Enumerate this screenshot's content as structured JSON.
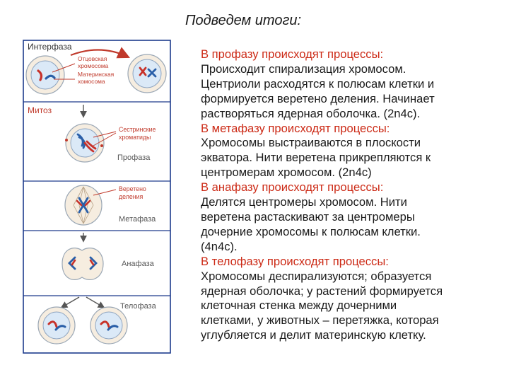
{
  "title": "Подведем итоги:",
  "diagram": {
    "interphase_label": "Интерфаза",
    "paternal_label": "Отцовская хромосома",
    "paternal_label_lines": [
      "Отцовская",
      "хромосома"
    ],
    "maternal_label": "Материнская хомосома",
    "maternal_label_lines": [
      "Материнская",
      "хомосома"
    ],
    "mitosis_label": "Митоз",
    "sister_chromatids_label": "Сестринские хроматиды",
    "sister_chromatids_lines": [
      "Сестринские",
      "хроматиды"
    ],
    "prophase_label": "Профаза",
    "spindle_label": "Веретено деления",
    "spindle_label_lines": [
      "Веретено",
      "деления"
    ],
    "metaphase_label": "Метафаза",
    "anaphase_label": "Анафаза",
    "telophase_label": "Телофаза",
    "colors": {
      "frame": "#1d3b8c",
      "label_red": "#c0392b",
      "paternal": "#c8322a",
      "maternal": "#2a5fa8",
      "cell_fill": "#f6ede0",
      "nucleus_fill": "#dbe9f7"
    }
  },
  "summary": {
    "lines": [
      {
        "text": "В профазу происходят процессы:",
        "heading": true
      },
      {
        "text": "Происходит спирализация хромосом.",
        "heading": false
      },
      {
        "text": "Центриоли расходятся к полюсам клетки и",
        "heading": false
      },
      {
        "text": "формируется веретено деления. Начинает",
        "heading": false
      },
      {
        "text": "растворяться ядерная оболочка. (2n4c).",
        "heading": false
      },
      {
        "text": "В метафазу происходят процессы:",
        "heading": true
      },
      {
        "text": "Хромосомы выстраиваются в плоскости",
        "heading": false
      },
      {
        "text": "экватора. Нити веретена прикрепляются к",
        "heading": false
      },
      {
        "text": "центромерам хромосом. (2n4c)",
        "heading": false
      },
      {
        "text": "В анафазу происходят процессы:",
        "heading": true
      },
      {
        "text": "Делятся центромеры хромосом. Нити",
        "heading": false
      },
      {
        "text": "веретена растаскивают за центромеры",
        "heading": false
      },
      {
        "text": "дочерние хромосомы к полюсам клетки.",
        "heading": false
      },
      {
        "text": "(4n4c).",
        "heading": false
      },
      {
        "text": "В телофазу происходят процессы:",
        "heading": true
      },
      {
        "text": "Хромосомы деспирализуются; образуется",
        "heading": false
      },
      {
        "text": "ядерная оболочка; у растений формируется",
        "heading": false
      },
      {
        "text": "клеточная стенка между дочерними",
        "heading": false
      },
      {
        "text": "клетками, у животных – перетяжка, которая",
        "heading": false
      },
      {
        "text": "углубляется и делит материнскую клетку.",
        "heading": false
      }
    ]
  }
}
